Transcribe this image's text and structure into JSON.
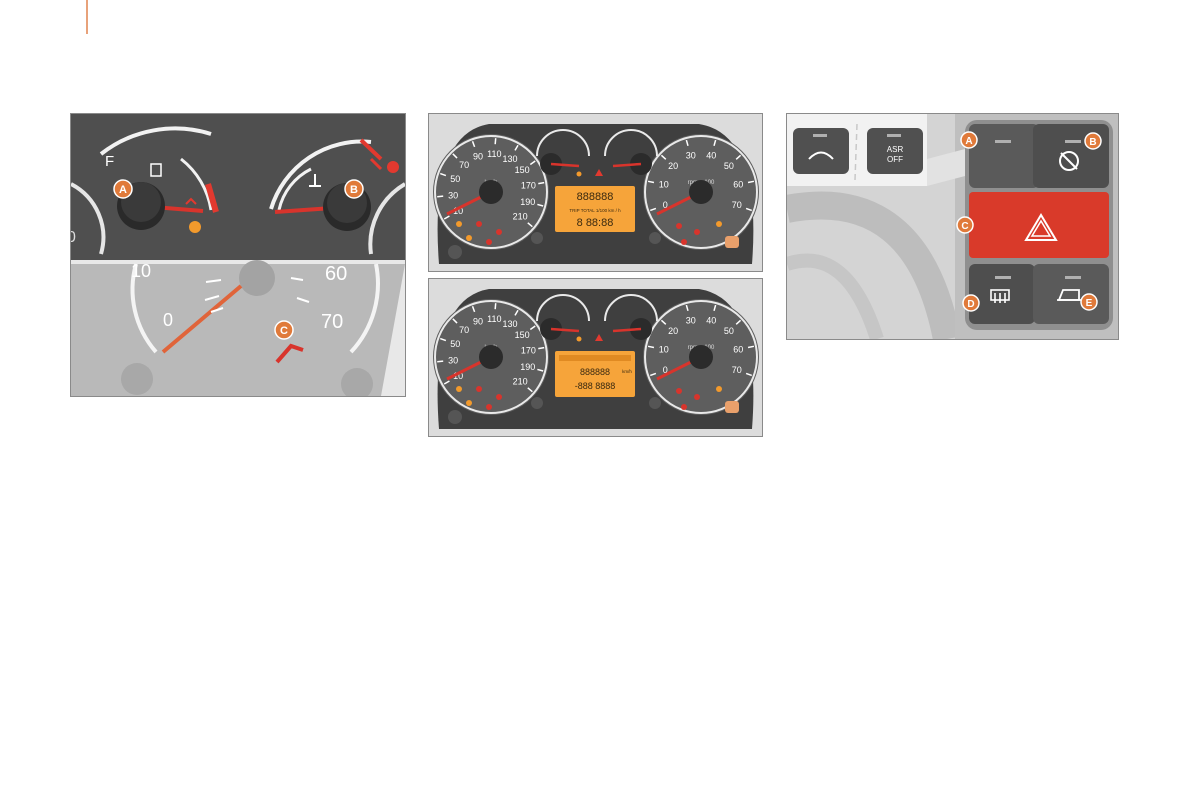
{
  "callouts": {
    "gauges": [
      "A",
      "B",
      "C"
    ],
    "switches": [
      "A",
      "B",
      "C",
      "D",
      "E"
    ]
  },
  "gauge_labels": {
    "fuel_full": "F",
    "speed_small": [
      "10",
      "0"
    ],
    "speed_large": [
      "60",
      "70"
    ]
  },
  "cluster": {
    "speedo_ticks": [
      "10",
      "30",
      "50",
      "70",
      "90",
      "110",
      "130",
      "150",
      "170",
      "190",
      "210"
    ],
    "tacho_ticks": [
      "0",
      "10",
      "20",
      "30",
      "40",
      "50",
      "60",
      "70"
    ],
    "speed_unit": "km/h",
    "rpm_unit": "rpm x 100"
  },
  "display1": {
    "row1": "888888",
    "row2": "TRIP  TOTAL  1/100 km / h",
    "row3": "8  88:88"
  },
  "display2": {
    "row1": "888888",
    "row2": "-888  8888",
    "unit": "km/h"
  },
  "switch_panel": {
    "asr_line1": "ASR",
    "asr_line2": "OFF"
  },
  "colors": {
    "callout": "#e07a3a",
    "needle": "#d8342c",
    "hazard": "#e03a2a",
    "lcd": "#f6a43a",
    "accent_bar": "#e8a27a"
  }
}
